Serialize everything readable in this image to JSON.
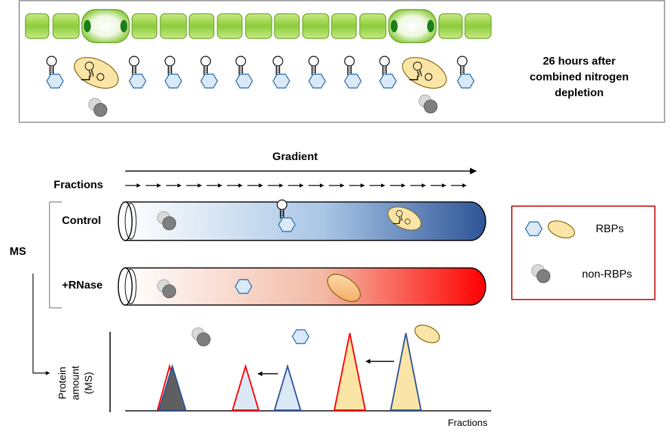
{
  "top_panel": {
    "caption_line1": "26 hours after",
    "caption_line2": "combined nitrogen",
    "caption_line3": "depletion"
  },
  "gradient": {
    "gradient_label": "Gradient",
    "fractions_label": "Fractions",
    "ms_label": "MS"
  },
  "tubes": {
    "control_label": "Control",
    "rnase_label": "+RNase"
  },
  "legend": {
    "rbps_label": "RBPs",
    "non_rbps_label": "non-RBPs"
  },
  "plot": {
    "ylabel_line1": "Protein",
    "ylabel_line2": "amount",
    "ylabel_line3": "(MS)",
    "xlabel": "Fractions"
  },
  "colors": {
    "cell_green": "#92d050",
    "nucleus_green": "#1a7f1a",
    "hex_fill": "#dbe9f7",
    "hex_stroke": "#2e75b6",
    "ellipse_fill": "#fbe5a6",
    "control_tube_end": "#2f5597",
    "rnase_tube_end": "#ff0000",
    "peak_blue_stroke": "#2f5597",
    "peak_red_stroke": "#ff0000",
    "legend_border": "#c00000",
    "gray_protein": "#808080"
  }
}
